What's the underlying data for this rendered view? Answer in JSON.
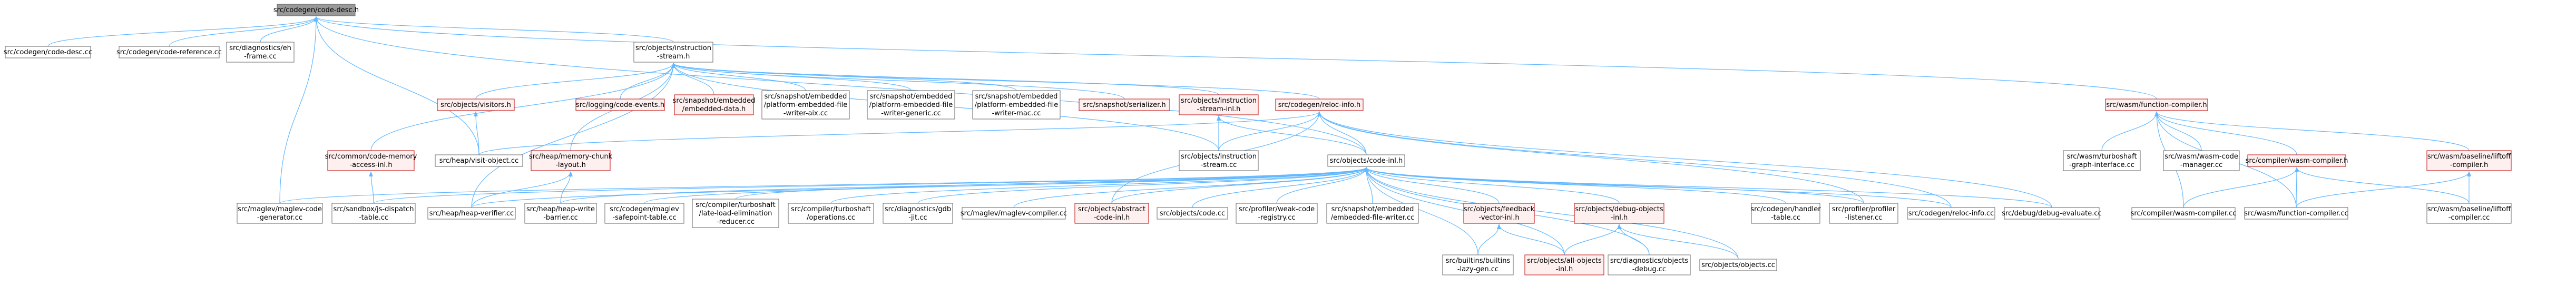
{
  "colors": {
    "root_fill": "#999999",
    "root_stroke": "#666666",
    "normal_fill": "#ffffff",
    "normal_stroke": "#666666",
    "red_fill": "#fff0f0",
    "red_stroke": "#bf0000",
    "edge": "#63b8ff"
  },
  "nodes": [
    {
      "id": "root",
      "style": "root",
      "lines": [
        "src/codegen/code-desc.h"
      ]
    },
    {
      "id": "code-desc-cc",
      "style": "normal",
      "lines": [
        "src/codegen/code-desc.cc"
      ]
    },
    {
      "id": "code-reference-cc",
      "style": "normal",
      "lines": [
        "src/codegen/code-reference.cc"
      ]
    },
    {
      "id": "diagnostics-eh-frame-cc",
      "style": "normal",
      "lines": [
        "src/diagnostics/eh",
        "-frame.cc"
      ]
    },
    {
      "id": "instruction-stream-h",
      "style": "normal",
      "lines": [
        "src/objects/instruction",
        "-stream.h"
      ]
    },
    {
      "id": "wasm-function-compiler-h",
      "style": "red",
      "lines": [
        "src/wasm/function-compiler.h"
      ]
    },
    {
      "id": "objects-visitors-h",
      "style": "red",
      "lines": [
        "src/objects/visitors.h"
      ]
    },
    {
      "id": "logging-code-events-h",
      "style": "red",
      "lines": [
        "src/logging/code-events.h"
      ]
    },
    {
      "id": "embedded-data-h",
      "style": "red",
      "lines": [
        "src/snapshot/embedded",
        "/embedded-data.h"
      ]
    },
    {
      "id": "platform-aix-cc",
      "style": "normal",
      "lines": [
        "src/snapshot/embedded",
        "/platform-embedded-file",
        "-writer-aix.cc"
      ]
    },
    {
      "id": "platform-generic-cc",
      "style": "normal",
      "lines": [
        "src/snapshot/embedded",
        "/platform-embedded-file",
        "-writer-generic.cc"
      ]
    },
    {
      "id": "platform-mac-cc",
      "style": "normal",
      "lines": [
        "src/snapshot/embedded",
        "/platform-embedded-file",
        "-writer-mac.cc"
      ]
    },
    {
      "id": "snapshot-serializer-h",
      "style": "red",
      "lines": [
        "src/snapshot/serializer.h"
      ]
    },
    {
      "id": "instruction-stream-inl-h",
      "style": "red",
      "lines": [
        "src/objects/instruction",
        "-stream-inl.h"
      ]
    },
    {
      "id": "reloc-info-h",
      "style": "red",
      "lines": [
        "src/codegen/reloc-info.h"
      ]
    },
    {
      "id": "common-code-memory-access-inl-h",
      "style": "red",
      "lines": [
        "src/common/code-memory",
        "-access-inl.h"
      ]
    },
    {
      "id": "heap-visit-object-cc",
      "style": "normal",
      "lines": [
        "src/heap/visit-object.cc"
      ]
    },
    {
      "id": "heap-memory-chunk-layout-h",
      "style": "red",
      "lines": [
        "src/heap/memory-chunk",
        "-layout.h"
      ]
    },
    {
      "id": "instruction-stream-cc",
      "style": "normal",
      "lines": [
        "src/objects/instruction",
        "-stream.cc"
      ]
    },
    {
      "id": "objects-code-inl-h",
      "style": "normal",
      "lines": [
        "src/objects/code-inl.h"
      ]
    },
    {
      "id": "turboshaft-graph-interface-cc",
      "style": "normal",
      "lines": [
        "src/wasm/turboshaft",
        "-graph-interface.cc"
      ]
    },
    {
      "id": "wasm-code-manager-cc",
      "style": "normal",
      "lines": [
        "src/wasm/wasm-code",
        "-manager.cc"
      ]
    },
    {
      "id": "compiler-wasm-compiler-h",
      "style": "red",
      "lines": [
        "src/compiler/wasm-compiler.h"
      ]
    },
    {
      "id": "liftoff-compiler-h",
      "style": "red",
      "lines": [
        "src/wasm/baseline/liftoff",
        "-compiler.h"
      ]
    },
    {
      "id": "maglev-code-generator-cc",
      "style": "normal",
      "lines": [
        "src/maglev/maglev-code",
        "-generator.cc"
      ]
    },
    {
      "id": "sandbox-js-dispatch-table-cc",
      "style": "normal",
      "lines": [
        "src/sandbox/js-dispatch",
        "-table.cc"
      ]
    },
    {
      "id": "heap-verifier-cc",
      "style": "normal",
      "lines": [
        "src/heap/heap-verifier.cc"
      ]
    },
    {
      "id": "heap-write-barrier-cc",
      "style": "normal",
      "lines": [
        "src/heap/heap-write",
        "-barrier.cc"
      ]
    },
    {
      "id": "maglev-safepoint-table-cc",
      "style": "normal",
      "lines": [
        "src/codegen/maglev",
        "-safepoint-table.cc"
      ]
    },
    {
      "id": "late-load-elimination-reducer-cc",
      "style": "normal",
      "lines": [
        "src/compiler/turboshaft",
        "/late-load-elimination",
        "-reducer.cc"
      ]
    },
    {
      "id": "turboshaft-operations-cc",
      "style": "normal",
      "lines": [
        "src/compiler/turboshaft",
        "/operations.cc"
      ]
    },
    {
      "id": "diagnostics-gdb-jit-cc",
      "style": "normal",
      "lines": [
        "src/diagnostics/gdb",
        "-jit.cc"
      ]
    },
    {
      "id": "maglev-compiler-cc",
      "style": "normal",
      "lines": [
        "src/maglev/maglev-compiler.cc"
      ]
    },
    {
      "id": "abstract-code-inl-h",
      "style": "red",
      "lines": [
        "src/objects/abstract",
        "-code-inl.h"
      ]
    },
    {
      "id": "objects-code-cc",
      "style": "normal",
      "lines": [
        "src/objects/code.cc"
      ]
    },
    {
      "id": "weak-code-registry-cc",
      "style": "normal",
      "lines": [
        "src/profiler/weak-code",
        "-registry.cc"
      ]
    },
    {
      "id": "embedded-file-writer-cc",
      "style": "normal",
      "lines": [
        "src/snapshot/embedded",
        "/embedded-file-writer.cc"
      ]
    },
    {
      "id": "feedback-vector-inl-h",
      "style": "red",
      "lines": [
        "src/objects/feedback",
        "-vector-inl.h"
      ]
    },
    {
      "id": "debug-objects-inl-h",
      "style": "red",
      "lines": [
        "src/objects/debug-objects",
        "-inl.h"
      ]
    },
    {
      "id": "handler-table-cc",
      "style": "normal",
      "lines": [
        "src/codegen/handler",
        "-table.cc"
      ]
    },
    {
      "id": "profiler-listener-cc",
      "style": "normal",
      "lines": [
        "src/profiler/profiler",
        "-listener.cc"
      ]
    },
    {
      "id": "reloc-info-cc",
      "style": "normal",
      "lines": [
        "src/codegen/reloc-info.cc"
      ]
    },
    {
      "id": "debug-evaluate-cc",
      "style": "normal",
      "lines": [
        "src/debug/debug-evaluate.cc"
      ]
    },
    {
      "id": "compiler-wasm-compiler-cc",
      "style": "normal",
      "lines": [
        "src/compiler/wasm-compiler.cc"
      ]
    },
    {
      "id": "wasm-function-compiler-cc",
      "style": "normal",
      "lines": [
        "src/wasm/function-compiler.cc"
      ]
    },
    {
      "id": "liftoff-compiler-cc",
      "style": "normal",
      "lines": [
        "src/wasm/baseline/liftoff",
        "-compiler.cc"
      ]
    },
    {
      "id": "builtins-lazy-gen-cc",
      "style": "normal",
      "lines": [
        "src/builtins/builtins",
        "-lazy-gen.cc"
      ]
    },
    {
      "id": "all-objects-inl-h",
      "style": "red",
      "lines": [
        "src/objects/all-objects",
        "-inl.h"
      ]
    },
    {
      "id": "diagnostics-objects-debug-cc",
      "style": "normal",
      "lines": [
        "src/diagnostics/objects",
        "-debug.cc"
      ]
    },
    {
      "id": "objects-objects-cc",
      "style": "normal",
      "lines": [
        "src/objects/objects.cc"
      ]
    }
  ],
  "edges": [
    [
      "root",
      "code-desc-cc"
    ],
    [
      "root",
      "code-reference-cc"
    ],
    [
      "root",
      "diagnostics-eh-frame-cc"
    ],
    [
      "root",
      "instruction-stream-h"
    ],
    [
      "root",
      "wasm-function-compiler-h"
    ],
    [
      "root",
      "maglev-code-generator-cc"
    ],
    [
      "root",
      "objects-code-inl-h"
    ],
    [
      "root",
      "heap-visit-object-cc"
    ],
    [
      "instruction-stream-h",
      "objects-visitors-h"
    ],
    [
      "instruction-stream-h",
      "logging-code-events-h"
    ],
    [
      "instruction-stream-h",
      "embedded-data-h"
    ],
    [
      "instruction-stream-h",
      "platform-aix-cc"
    ],
    [
      "instruction-stream-h",
      "platform-generic-cc"
    ],
    [
      "instruction-stream-h",
      "platform-mac-cc"
    ],
    [
      "instruction-stream-h",
      "snapshot-serializer-h"
    ],
    [
      "instruction-stream-h",
      "instruction-stream-inl-h"
    ],
    [
      "instruction-stream-h",
      "reloc-info-h"
    ],
    [
      "instruction-stream-h",
      "common-code-memory-access-inl-h"
    ],
    [
      "instruction-stream-h",
      "heap-memory-chunk-layout-h"
    ],
    [
      "instruction-stream-h",
      "instruction-stream-cc"
    ],
    [
      "instruction-stream-h",
      "heap-verifier-cc"
    ],
    [
      "objects-visitors-h",
      "heap-visit-object-cc"
    ],
    [
      "instruction-stream-inl-h",
      "instruction-stream-cc"
    ],
    [
      "instruction-stream-inl-h",
      "objects-code-inl-h"
    ],
    [
      "reloc-info-h",
      "heap-visit-object-cc"
    ],
    [
      "reloc-info-h",
      "instruction-stream-cc"
    ],
    [
      "reloc-info-h",
      "objects-code-inl-h"
    ],
    [
      "reloc-info-h",
      "reloc-info-cc"
    ],
    [
      "reloc-info-h",
      "debug-evaluate-cc"
    ],
    [
      "reloc-info-h",
      "profiler-listener-cc"
    ],
    [
      "reloc-info-h",
      "abstract-code-inl-h"
    ],
    [
      "common-code-memory-access-inl-h",
      "sandbox-js-dispatch-table-cc"
    ],
    [
      "heap-memory-chunk-layout-h",
      "heap-verifier-cc"
    ],
    [
      "heap-memory-chunk-layout-h",
      "heap-write-barrier-cc"
    ],
    [
      "objects-code-inl-h",
      "maglev-code-generator-cc"
    ],
    [
      "objects-code-inl-h",
      "sandbox-js-dispatch-table-cc"
    ],
    [
      "objects-code-inl-h",
      "heap-verifier-cc"
    ],
    [
      "objects-code-inl-h",
      "heap-write-barrier-cc"
    ],
    [
      "objects-code-inl-h",
      "maglev-safepoint-table-cc"
    ],
    [
      "objects-code-inl-h",
      "late-load-elimination-reducer-cc"
    ],
    [
      "objects-code-inl-h",
      "turboshaft-operations-cc"
    ],
    [
      "objects-code-inl-h",
      "diagnostics-gdb-jit-cc"
    ],
    [
      "objects-code-inl-h",
      "maglev-compiler-cc"
    ],
    [
      "objects-code-inl-h",
      "abstract-code-inl-h"
    ],
    [
      "objects-code-inl-h",
      "objects-code-cc"
    ],
    [
      "objects-code-inl-h",
      "weak-code-registry-cc"
    ],
    [
      "objects-code-inl-h",
      "embedded-file-writer-cc"
    ],
    [
      "objects-code-inl-h",
      "feedback-vector-inl-h"
    ],
    [
      "objects-code-inl-h",
      "debug-objects-inl-h"
    ],
    [
      "objects-code-inl-h",
      "handler-table-cc"
    ],
    [
      "objects-code-inl-h",
      "profiler-listener-cc"
    ],
    [
      "objects-code-inl-h",
      "reloc-info-cc"
    ],
    [
      "objects-code-inl-h",
      "debug-evaluate-cc"
    ],
    [
      "objects-code-inl-h",
      "builtins-lazy-gen-cc"
    ],
    [
      "objects-code-inl-h",
      "all-objects-inl-h"
    ],
    [
      "objects-code-inl-h",
      "objects-objects-cc"
    ],
    [
      "objects-code-inl-h",
      "diagnostics-objects-debug-cc"
    ],
    [
      "feedback-vector-inl-h",
      "builtins-lazy-gen-cc"
    ],
    [
      "feedback-vector-inl-h",
      "all-objects-inl-h"
    ],
    [
      "debug-objects-inl-h",
      "all-objects-inl-h"
    ],
    [
      "debug-objects-inl-h",
      "diagnostics-objects-debug-cc"
    ],
    [
      "debug-objects-inl-h",
      "objects-objects-cc"
    ],
    [
      "wasm-function-compiler-h",
      "turboshaft-graph-interface-cc"
    ],
    [
      "wasm-function-compiler-h",
      "wasm-code-manager-cc"
    ],
    [
      "wasm-function-compiler-h",
      "compiler-wasm-compiler-h"
    ],
    [
      "wasm-function-compiler-h",
      "liftoff-compiler-h"
    ],
    [
      "wasm-function-compiler-h",
      "wasm-function-compiler-cc"
    ],
    [
      "wasm-function-compiler-h",
      "compiler-wasm-compiler-cc"
    ],
    [
      "compiler-wasm-compiler-h",
      "compiler-wasm-compiler-cc"
    ],
    [
      "compiler-wasm-compiler-h",
      "wasm-function-compiler-cc"
    ],
    [
      "compiler-wasm-compiler-h",
      "liftoff-compiler-cc"
    ],
    [
      "liftoff-compiler-h",
      "wasm-function-compiler-cc"
    ],
    [
      "liftoff-compiler-h",
      "liftoff-compiler-cc"
    ]
  ]
}
